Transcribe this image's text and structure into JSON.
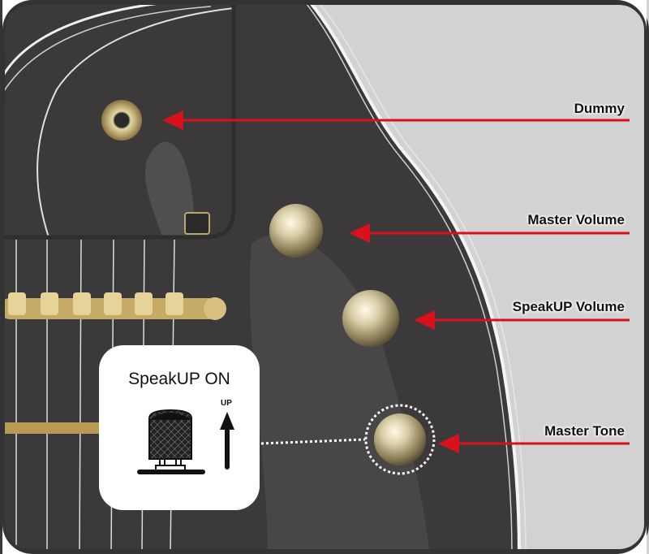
{
  "labels": {
    "dummy": "Dummy",
    "master_volume": "Master Volume",
    "speakup_volume": "SpeakUP Volume",
    "master_tone": "Master Tone"
  },
  "popup": {
    "title": "SpeakUP ON",
    "up_label": "UP"
  },
  "colors": {
    "arrow": "#d8121c",
    "body": "#3b393a",
    "background": "#d2d2d2",
    "frame": "#333333"
  }
}
